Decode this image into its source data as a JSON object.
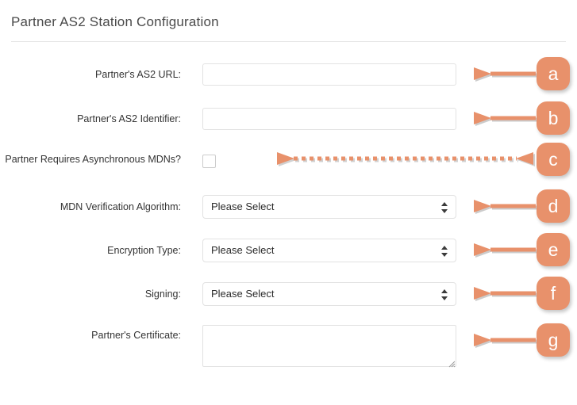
{
  "page": {
    "title": "Partner AS2 Station Configuration",
    "background_color": "#ffffff",
    "label_color": "#333333",
    "accent_color": "#e8916b",
    "field_border_color": "#e2e2e2"
  },
  "form": {
    "rows": [
      {
        "id": "partners-as2-url",
        "label": "Partner's AS2 URL:",
        "control": "text",
        "value": "",
        "placeholder": ""
      },
      {
        "id": "partners-as2-identifier",
        "label": "Partner's AS2 Identifier:",
        "control": "text",
        "value": "",
        "placeholder": ""
      },
      {
        "id": "partner-requires-async-mdns",
        "label": "Partner Requires Asynchronous MDNs?",
        "control": "checkbox",
        "checked": false
      },
      {
        "id": "mdn-verification-algorithm",
        "label": "MDN Verification Algorithm:",
        "control": "select",
        "selected": "Please Select"
      },
      {
        "id": "encryption-type",
        "label": "Encryption Type:",
        "control": "select",
        "selected": "Please Select"
      },
      {
        "id": "signing",
        "label": "Signing:",
        "control": "select",
        "selected": "Please Select"
      },
      {
        "id": "partners-certificate",
        "label": "Partner's Certificate:",
        "control": "textarea",
        "value": "",
        "placeholder": ""
      }
    ]
  },
  "annotations": {
    "badges": [
      {
        "letter": "a",
        "target": "partners-as2-url",
        "arrow": "solid-left"
      },
      {
        "letter": "b",
        "target": "partners-as2-identifier",
        "arrow": "solid-left"
      },
      {
        "letter": "c",
        "target": "partner-requires-async-mdns",
        "arrow": "dotted-double"
      },
      {
        "letter": "d",
        "target": "mdn-verification-algorithm",
        "arrow": "solid-left"
      },
      {
        "letter": "e",
        "target": "encryption-type",
        "arrow": "solid-left"
      },
      {
        "letter": "f",
        "target": "signing",
        "arrow": "solid-left"
      },
      {
        "letter": "g",
        "target": "partners-certificate",
        "arrow": "solid-left"
      }
    ]
  }
}
